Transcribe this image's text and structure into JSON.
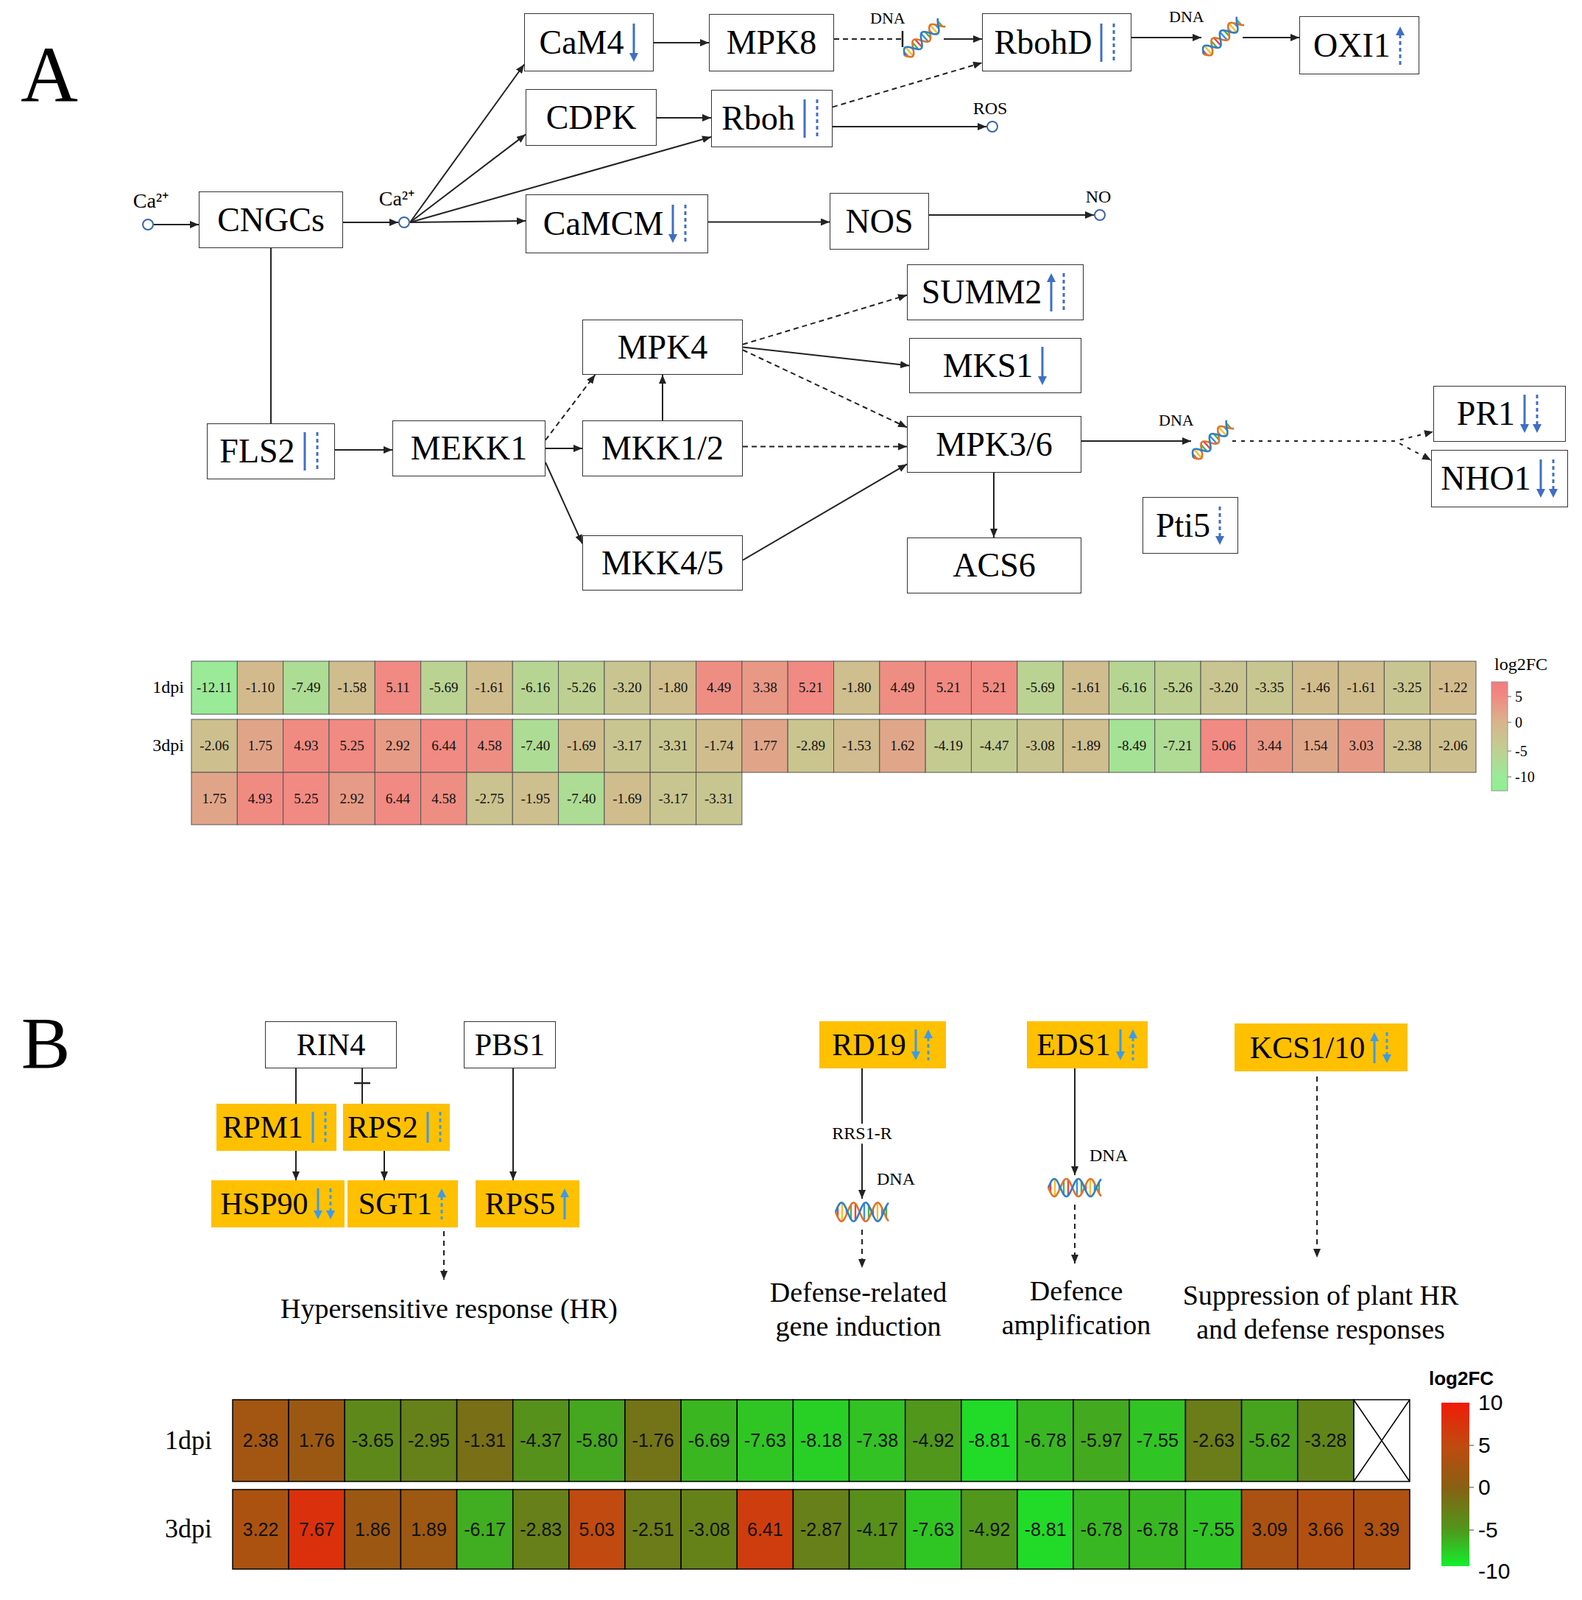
{
  "diagram": {
    "nodes": [
      {
        "text": [
          "Ca²⁺"
        ]
      },
      {
        "text": [
          "CNGCs"
        ]
      },
      {
        "text": [
          "Ca²⁺"
        ]
      },
      {
        "text": [
          "CaM4"
        ]
      },
      {
        "text": [
          "MPK8"
        ]
      },
      {
        "text": [
          "DNA"
        ]
      },
      {
        "text": [
          "RbohD"
        ]
      },
      {
        "text": [
          "DNA"
        ]
      },
      {
        "text": [
          "OXI1"
        ]
      },
      {
        "text": [
          "CDPK"
        ]
      },
      {
        "text": [
          "Rboh"
        ]
      },
      {
        "text": [
          "ROS"
        ]
      },
      {
        "text": [
          "CaMCM"
        ]
      },
      {
        "text": [
          "NOS"
        ]
      },
      {
        "text": [
          "NO"
        ]
      },
      {
        "text": [
          "SUMM2"
        ]
      },
      {
        "text": [
          "MPK4"
        ]
      },
      {
        "text": [
          "MKS1"
        ]
      },
      {
        "text": [
          "FLS2"
        ]
      },
      {
        "text": [
          "MEKK1"
        ]
      },
      {
        "text": [
          "MKK1/2"
        ]
      },
      {
        "text": [
          "MPK3/6"
        ]
      },
      {
        "text": [
          "DNA"
        ]
      },
      {
        "text": [
          "PR1"
        ]
      },
      {
        "text": [
          "NHO1"
        ]
      },
      {
        "text": [
          "Pti5"
        ]
      },
      {
        "text": [
          "MKK4/5"
        ]
      },
      {
        "text": [
          "ACS6"
        ]
      },
      {
        "text": [
          "RIN4"
        ]
      },
      {
        "text": [
          "PBS1"
        ]
      },
      {
        "text": [
          "RD19"
        ]
      },
      {
        "text": [
          "EDS1"
        ]
      },
      {
        "text": [
          "KCS1/10"
        ]
      },
      {
        "text": [
          "RPM1"
        ]
      },
      {
        "text": [
          "RPS2"
        ]
      },
      {
        "text": [
          "HSP90"
        ]
      },
      {
        "text": [
          "SGT1"
        ]
      },
      {
        "text": [
          "RPS5"
        ]
      },
      {
        "text": [
          "DNA"
        ]
      },
      {
        "text": [
          "DNA"
        ]
      }
    ],
    "edges": [
      {
        "from": 0,
        "to": 1,
        "arrow": "to"
      },
      {
        "from": 1,
        "to": 2,
        "arrow": "to"
      },
      {
        "from": 2,
        "to": 3,
        "arrow": "to"
      },
      {
        "from": 2,
        "to": 9,
        "arrow": "to"
      },
      {
        "from": 2,
        "to": 10,
        "arrow": "to"
      },
      {
        "from": 2,
        "to": 12,
        "arrow": "to"
      },
      {
        "from": 3,
        "to": 4,
        "arrow": "to"
      },
      {
        "from": 4,
        "to": 5,
        "arrow": "to"
      },
      {
        "from": 5,
        "to": 6,
        "arrow": "to"
      },
      {
        "from": 6,
        "to": 7,
        "arrow": "to"
      },
      {
        "from": 7,
        "to": 8,
        "arrow": "to"
      },
      {
        "from": 9,
        "to": 10,
        "arrow": "to"
      },
      {
        "from": 10,
        "to": 6,
        "arrow": "to"
      },
      {
        "from": 10,
        "to": 11,
        "arrow": "to"
      },
      {
        "from": 12,
        "to": 13,
        "arrow": "to"
      },
      {
        "from": 13,
        "to": 14,
        "arrow": "to"
      },
      {
        "from": 1,
        "to": 18,
        "arrow": "none"
      },
      {
        "from": 18,
        "to": 19,
        "arrow": "to"
      },
      {
        "from": 19,
        "to": 16,
        "arrow": "to"
      },
      {
        "from": 19,
        "to": 20,
        "arrow": "to"
      },
      {
        "from": 19,
        "to": 26,
        "arrow": "to"
      },
      {
        "from": 20,
        "to": 16,
        "arrow": "to"
      },
      {
        "from": 20,
        "to": 21,
        "arrow": "to"
      },
      {
        "from": 16,
        "to": 15,
        "arrow": "to"
      },
      {
        "from": 16,
        "to": 17,
        "arrow": "to"
      },
      {
        "from": 16,
        "to": 21,
        "arrow": "to"
      },
      {
        "from": 26,
        "to": 21,
        "arrow": "to"
      },
      {
        "from": 21,
        "to": 22,
        "arrow": "to"
      },
      {
        "from": 21,
        "to": 27,
        "arrow": "to"
      },
      {
        "from": 22,
        "to": 23,
        "arrow": "to"
      },
      {
        "from": 22,
        "to": 24,
        "arrow": "to"
      },
      {
        "from": 28,
        "to": 33,
        "arrow": "none"
      },
      {
        "from": 34,
        "to": 28,
        "arrow": "to"
      },
      {
        "from": 33,
        "to": 35,
        "arrow": "to"
      },
      {
        "from": 34,
        "to": 36,
        "arrow": "to"
      },
      {
        "from": 29,
        "to": 37,
        "arrow": "to"
      },
      {
        "from": 30,
        "to": 38,
        "label": "RRS1-R",
        "arrow": "to"
      },
      {
        "from": 31,
        "to": 39,
        "arrow": "to"
      }
    ],
    "labels": [
      "A",
      "1dpi",
      "3dpi",
      "-12.11",
      "-1.10",
      "-7.49",
      "-1.58",
      "5.11",
      "-5.69",
      "-1.61",
      "-6.16",
      "-5.26",
      "-3.20",
      "-1.80",
      "4.49",
      "3.38",
      "5.21",
      "-1.80",
      "4.49",
      "5.21",
      "5.21",
      "-5.69",
      "-1.61",
      "-6.16",
      "-5.26",
      "-3.20",
      "-3.35",
      "-1.46",
      "-1.61",
      "-3.25",
      "-1.22",
      "-2.06",
      "1.75",
      "4.93",
      "5.25",
      "2.92",
      "6.44",
      "4.58",
      "-7.40",
      "-1.69",
      "-3.17",
      "-3.31",
      "-1.74",
      "1.77",
      "-2.89",
      "-1.53",
      "1.62",
      "-4.19",
      "-4.47",
      "-3.08",
      "-1.89",
      "-8.49",
      "-7.21",
      "5.06",
      "3.44",
      "1.54",
      "3.03",
      "-2.38",
      "-2.06",
      "1.75",
      "4.93",
      "5.25",
      "2.92",
      "6.44",
      "4.58",
      "-2.75",
      "-1.95",
      "-7.40",
      "-1.69",
      "-3.17",
      "-3.31",
      "log2FC",
      "5",
      "0",
      "-5",
      "-10",
      "B",
      "Hypersensitive response (HR)",
      "Defense-related gene induction",
      "Defence amplification",
      "Suppression of plant HR and defense responses",
      "1dpi",
      "3dpi",
      "2.38",
      "1.76",
      "-3.65",
      "-2.95",
      "-1.31",
      "-4.37",
      "-5.80",
      "-1.76",
      "-6.69",
      "-7.63",
      "-8.18",
      "-7.38",
      "-4.92",
      "-8.81",
      "-6.78",
      "-5.97",
      "-7.55",
      "-2.63",
      "-5.62",
      "-3.28",
      "3.22",
      "7.67",
      "1.86",
      "1.89",
      "-6.17",
      "-2.83",
      "5.03",
      "-2.51",
      "-3.08",
      "6.41",
      "-2.87",
      "-4.17",
      "-7.63",
      "-4.92",
      "-8.81",
      "-6.78",
      "-6.78",
      "-7.55",
      "3.09",
      "3.66",
      "3.39",
      "log2FC",
      "10",
      "5",
      "0",
      "-5",
      "-10"
    ]
  }
}
